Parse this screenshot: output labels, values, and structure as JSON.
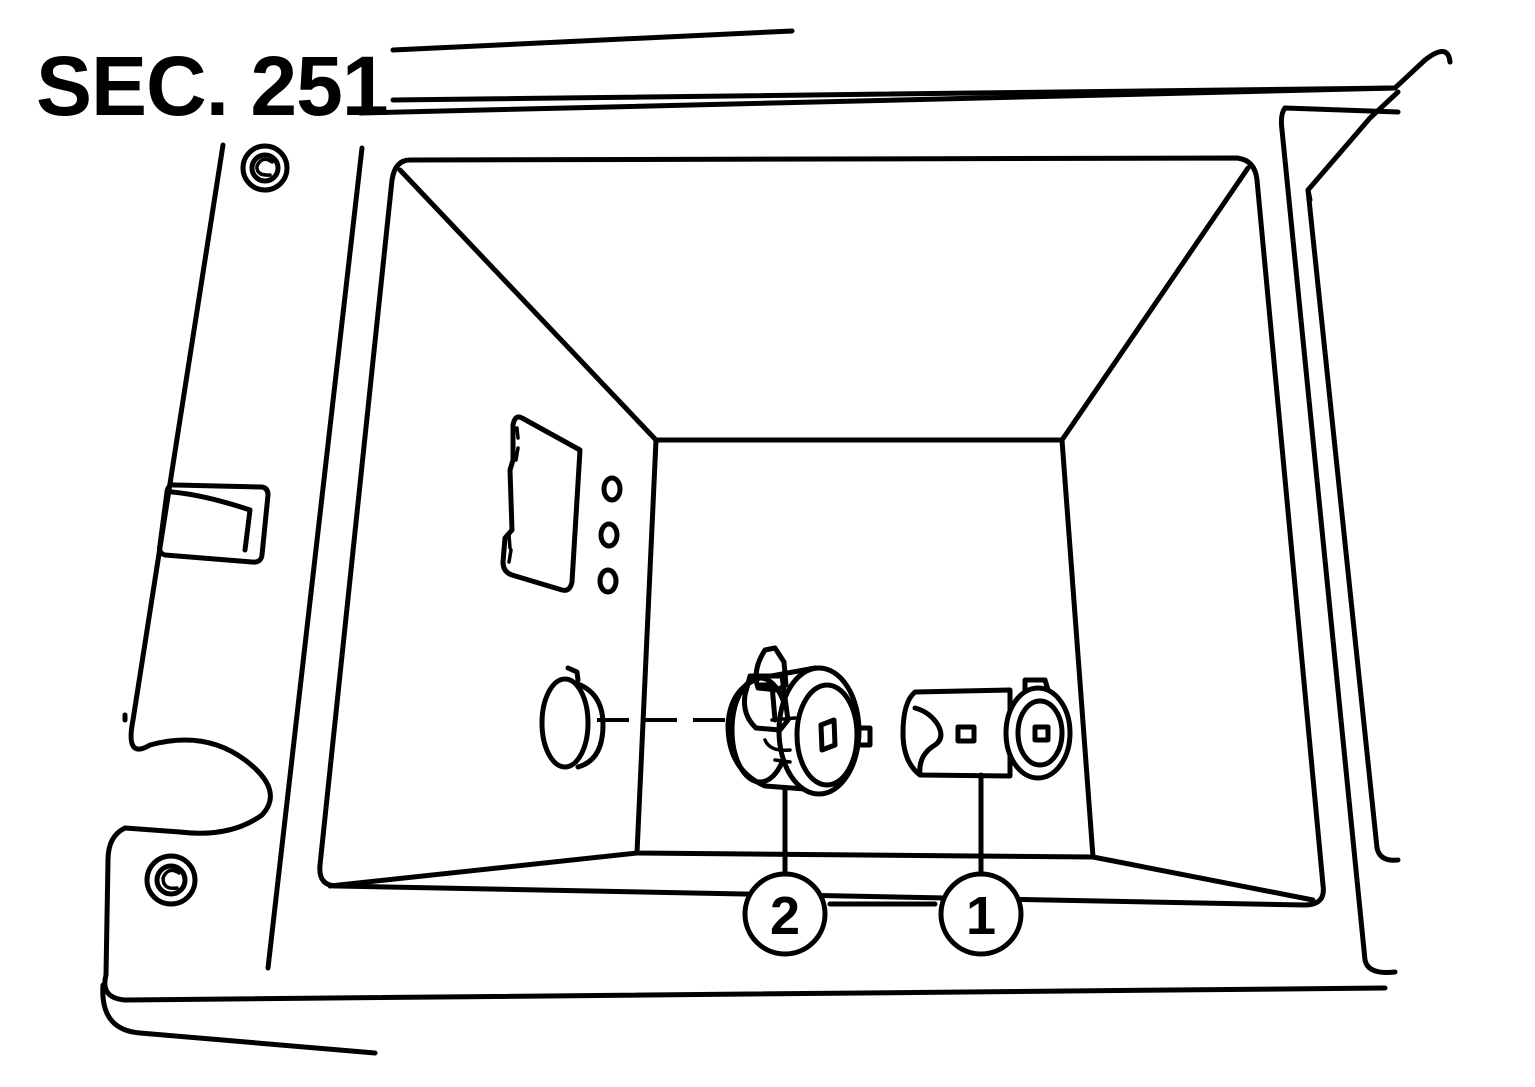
{
  "section_label": "SEC. 251",
  "callouts": [
    {
      "id": "1",
      "label": "1",
      "part": "power-socket"
    },
    {
      "id": "2",
      "label": "2",
      "part": "accessory-socket-with-connector"
    }
  ],
  "colors": {
    "line": "#000000",
    "background": "#ffffff"
  }
}
